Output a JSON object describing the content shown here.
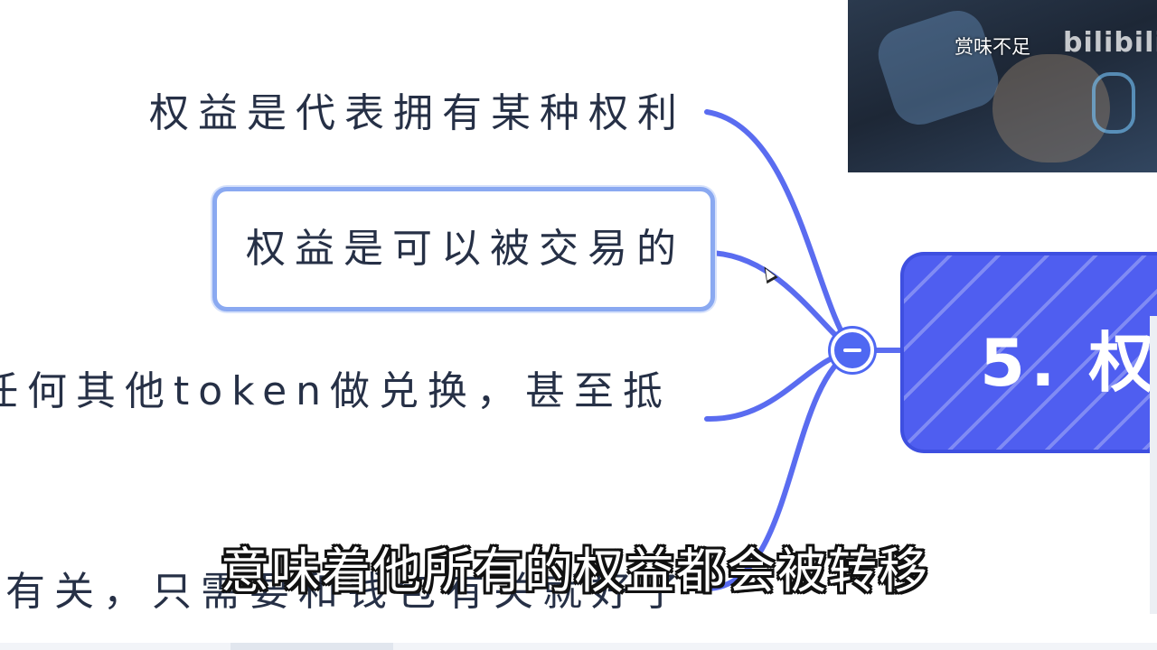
{
  "mindmap": {
    "branches": [
      {
        "label": "权益是代表拥有某种权利"
      },
      {
        "label": "权益是可以被交易的"
      },
      {
        "label": "任何其他token做兑换，甚至抵"
      },
      {
        "label": "有关，只需要和钱包有关就好了"
      }
    ],
    "central_node": {
      "label": "5. 权"
    }
  },
  "video_overlay": {
    "watermark_text": "赏味不足",
    "watermark_logo": "bilibili"
  },
  "subtitle": {
    "text": "意味着他所有的权益都会被转移"
  },
  "colors": {
    "accent": "#4f5ef0",
    "branch_line": "#5a6cf0",
    "selected_border": "#8aa9f1",
    "text": "#263046"
  }
}
